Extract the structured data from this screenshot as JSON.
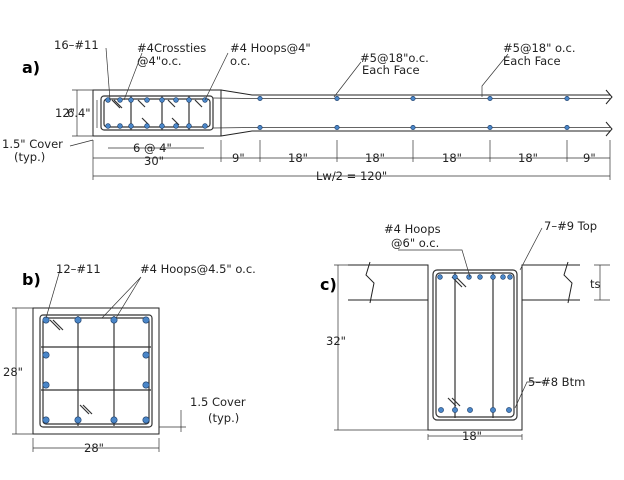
{
  "colors": {
    "rebar_fill": "#4a86c8",
    "rebar_edge": "#1e3d66",
    "line": "#222222"
  },
  "a": {
    "panel": "a)",
    "long_bars": "16–#11",
    "crossties_1": "#4Crossties",
    "crossties_2": "@4\"o.c.",
    "hoops_1": "#4  Hoops@4\"",
    "hoops_2": "o.c.",
    "dist_1_1": "#5@18\"o.c.",
    "dist_1_2": "Each Face",
    "dist_2_1": "#5@18\" o.c.",
    "dist_2_2": "Each Face",
    "thk": "12\"",
    "core": "6.4\"",
    "cover_1": "1.5\" Cover",
    "cover_2": "(typ.)",
    "spacing": "6 @ 4\"",
    "be": "30\"",
    "s1": "9\"",
    "s2": "18\"",
    "s3": "18\"",
    "s4": "18\"",
    "s5": "18\"",
    "s6": "9\"",
    "total": "Lw/2 = 120\""
  },
  "b": {
    "panel": "b)",
    "bars": "12–#11",
    "hoops": "#4  Hoops@4.5\" o.c.",
    "height": "28\"",
    "width": "28\"",
    "cover_1": "1.5 Cover",
    "cover_2": "(typ.)"
  },
  "c": {
    "panel": "c)",
    "hoops_1": "#4  Hoops",
    "hoops_2": "@6\" o.c.",
    "top": "7–#9 Top",
    "ts": "ts",
    "depth": "32\"",
    "btm": "5–#8 Btm",
    "width": "18\""
  }
}
